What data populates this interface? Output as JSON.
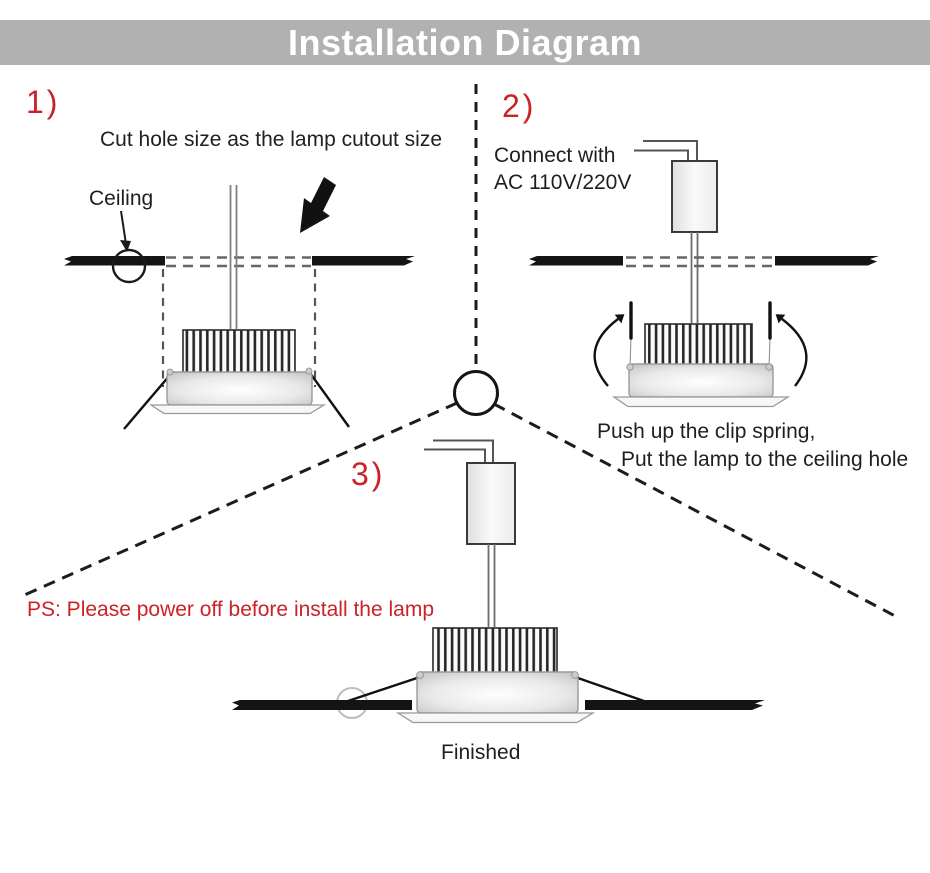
{
  "title": "Installation Diagram",
  "colors": {
    "accent_red": "#cc2127",
    "title_bar_bg": "#b1b1b1",
    "title_text": "#ffffff",
    "line_black": "#1a1a1a"
  },
  "step1": {
    "number": "1)",
    "caption": "Cut hole size as the lamp cutout size",
    "ceiling_label": "Ceiling"
  },
  "step2": {
    "number": "2)",
    "caption_line1": "Connect with",
    "caption_line2": "AC 110V/220V",
    "note_line1": "Push up the clip spring,",
    "note_line2": "Put the lamp to the ceiling hole"
  },
  "step3": {
    "number": "3)",
    "ps_note": "PS: Please power off before install the lamp",
    "finished_label": "Finished"
  },
  "icons": {
    "cut_arrow": "thick-down-left-arrow",
    "ceiling_pointer": "down-arrow",
    "rotate_left": "curved-arrow-ccw",
    "rotate_right": "curved-arrow-cw"
  }
}
